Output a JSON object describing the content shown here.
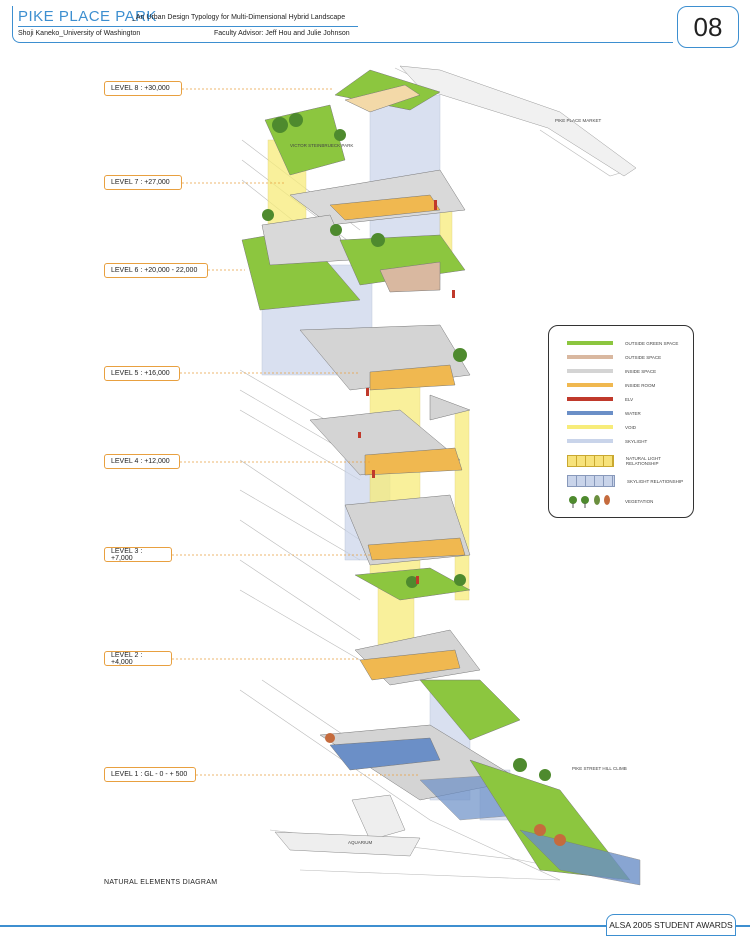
{
  "header": {
    "title_main": "PIKE PLACE PARK",
    "title_sub": "_An Urban Design Typology for Multi-Dimensional Hybrid Landscape",
    "author": "Shoji Kaneko_University of Washington",
    "advisor": "Faculty Advisor: Jeff Hou and Julie Johnson",
    "page_number": "08"
  },
  "levels": [
    {
      "label": "LEVEL 8 :   +30,000"
    },
    {
      "label": "LEVEL 7 :   +27,000"
    },
    {
      "label": "LEVEL 6 :   +20,000 - 22,000"
    },
    {
      "label": "LEVEL 5 :   +16,000"
    },
    {
      "label": "LEVEL 4 :   +12,000"
    },
    {
      "label": "LEVEL 3 :   +7,000"
    },
    {
      "label": "LEVEL 2 :   +4,000"
    },
    {
      "label": "LEVEL 1 :   GL - 0 - + 500"
    }
  ],
  "place_labels": {
    "pike_place_market": "PIKE PLACE MARKET",
    "victor_steinbrueck_park": "VICTOR STEINBRUECK PARK",
    "pike_street_hill_climb": "PIKE STREET HILL CLIMB",
    "aquarium": "AQUARIUM"
  },
  "legend": {
    "items": [
      {
        "label": "OUTSIDE GREEN SPACE",
        "color": "#8cc63f"
      },
      {
        "label": "OUTSIDE SPACE",
        "color": "#d9b8a0"
      },
      {
        "label": "INSIDE SPACE",
        "color": "#d4d4d4"
      },
      {
        "label": "INSIDE ROOM",
        "color": "#f0b850"
      },
      {
        "label": "ELV",
        "color": "#c0392b"
      },
      {
        "label": "WATER",
        "color": "#6b8fc7"
      },
      {
        "label": "VOID",
        "color": "#f7ec7a"
      },
      {
        "label": "SKYLIGHT",
        "color": "#c9d4ea"
      },
      {
        "label": "NATURAL LIGHT RELATIONSHIP",
        "color": "#f7e27a"
      },
      {
        "label": "SKYLIGHT RELATIONSHIP",
        "color": "#c9d4ea"
      },
      {
        "label": "VEGETATION",
        "color": "#4e8a2e"
      }
    ]
  },
  "diagram_title": "NATURAL ELEMENTS DIAGRAM",
  "footer": "ALSA 2005 STUDENT AWARDS"
}
